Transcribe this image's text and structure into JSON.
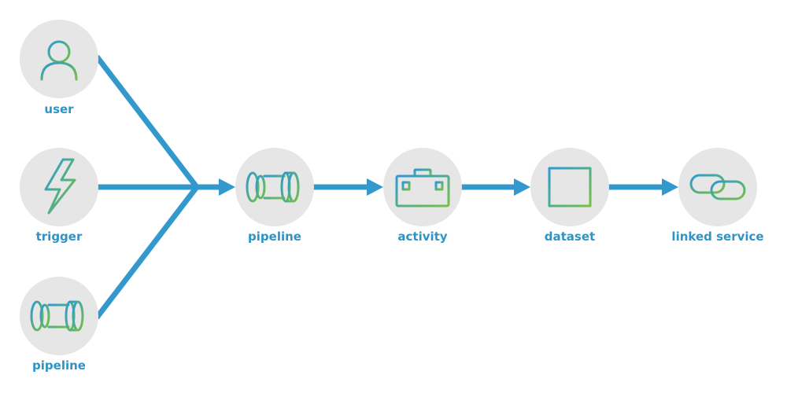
{
  "colors": {
    "accent": "#3399cc",
    "label": "#2f93c5",
    "node_fill": "#e6e6e6",
    "icon_gradient_start": "#2b9ad4",
    "icon_gradient_end": "#76c043"
  },
  "nodes": {
    "user": {
      "label": "user",
      "icon": "user-icon"
    },
    "trigger": {
      "label": "trigger",
      "icon": "lightning-bolt-icon"
    },
    "pipeline_source": {
      "label": "pipeline",
      "icon": "pipeline-icon"
    },
    "pipeline": {
      "label": "pipeline",
      "icon": "pipeline-icon"
    },
    "activity": {
      "label": "activity",
      "icon": "toolbox-icon"
    },
    "dataset": {
      "label": "dataset",
      "icon": "table-grid-icon"
    },
    "linked_service": {
      "label": "linked service",
      "icon": "chain-link-icon"
    }
  }
}
